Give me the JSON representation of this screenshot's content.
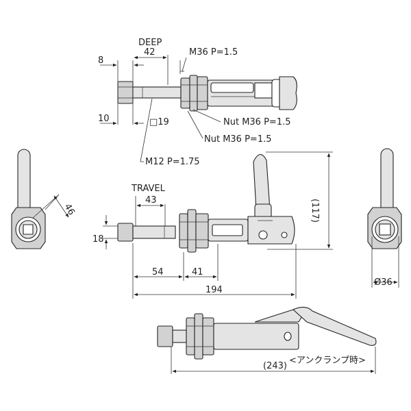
{
  "labels": {
    "deep": "DEEP",
    "deep_dim": "42",
    "top_dim_8": "8",
    "top_dim_10": "10",
    "square_19": "□19",
    "thread_m36": "M36 P=1.5",
    "nut_m36_a": "Nut M36 P=1.5",
    "nut_m36_b": "Nut M36 P=1.5",
    "thread_m12": "M12 P=1.75",
    "side_46": "46",
    "travel": "TRAVEL",
    "travel_dim": "43",
    "height_18": "18",
    "height_117": "(117)",
    "dim_54": "54",
    "dim_41": "41",
    "dim_194": "194",
    "dia_36": "Ø36",
    "unclamp_243": "(243)",
    "unclamp_note": "<アンクランプ時>"
  },
  "colors": {
    "line": "#222222",
    "fill": "#e4e4e4",
    "fill_dark": "#d2d2d2"
  }
}
